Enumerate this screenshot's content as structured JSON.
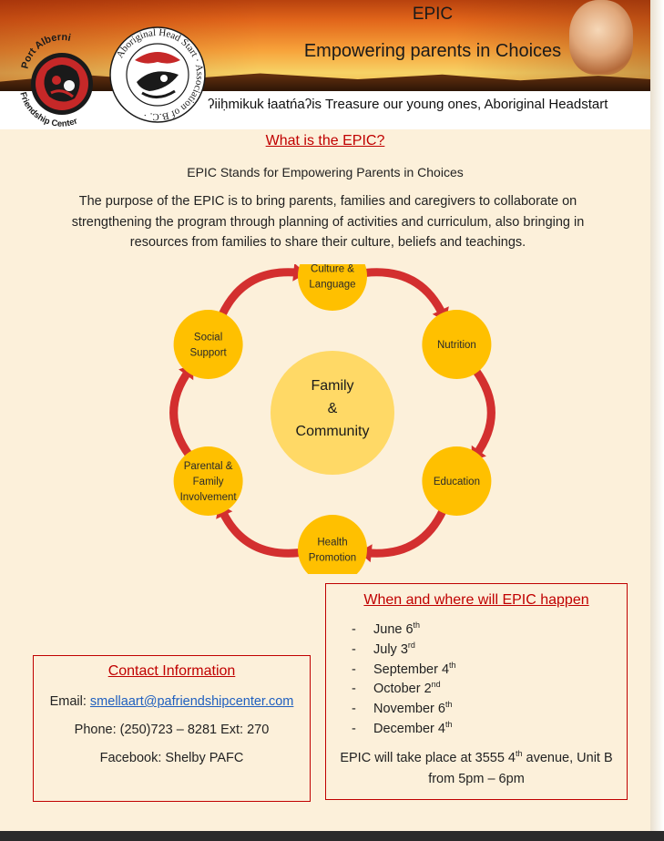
{
  "banner": {
    "title": "EPIC",
    "subtitle": "Empowering parents in Choices",
    "tagline": "ʔiiḥmikuk ƚaatńaʔis Treasure our young ones, Aboriginal Headstart"
  },
  "logos": {
    "pafc": "Port Alberni Friendship Center",
    "ahs": "Aboriginal Head Start Association of B.C."
  },
  "intro": {
    "heading": "What is the EPIC?",
    "line": "EPIC Stands for Empowering Parents in Choices",
    "purpose": "The purpose of the EPIC is to bring parents, families and caregivers to collaborate on strengthening the program through planning of activities and curriculum, also bringing in resources from families to share their culture, beliefs and teachings."
  },
  "cycle": {
    "center": [
      "Family",
      "&",
      "Community"
    ],
    "nodes": [
      [
        "Culture &",
        "Language"
      ],
      [
        "Nutrition"
      ],
      [
        "Education"
      ],
      [
        "Health",
        "Promotion"
      ],
      [
        "Parental &",
        "Family",
        "Involvement"
      ],
      [
        "Social",
        "Support"
      ]
    ],
    "colors": {
      "node": "#ffc000",
      "center": "#ffd966",
      "arrow": "#d32f2f"
    }
  },
  "contact": {
    "heading": "Contact Information",
    "email_label": "Email: ",
    "email": "smellaart@pafriendshipcenter.com",
    "phone": "Phone: (250)723 – 8281 Ext: 270",
    "facebook": "Facebook: Shelby PAFC"
  },
  "schedule": {
    "heading": "When and where will EPIC happen",
    "dates": [
      {
        "main": "June 6",
        "sup": "th"
      },
      {
        "main": "July 3",
        "sup": "rd"
      },
      {
        "main": "September 4",
        "sup": "th"
      },
      {
        "main": "October 2",
        "sup": "nd"
      },
      {
        "main": "November 6",
        "sup": "th"
      },
      {
        "main": "December 4",
        "sup": "th"
      }
    ],
    "location_pre": "EPIC will take place at 3555 4",
    "location_sup": "th",
    "location_post": " avenue, Unit B",
    "time": "from 5pm – 6pm"
  }
}
